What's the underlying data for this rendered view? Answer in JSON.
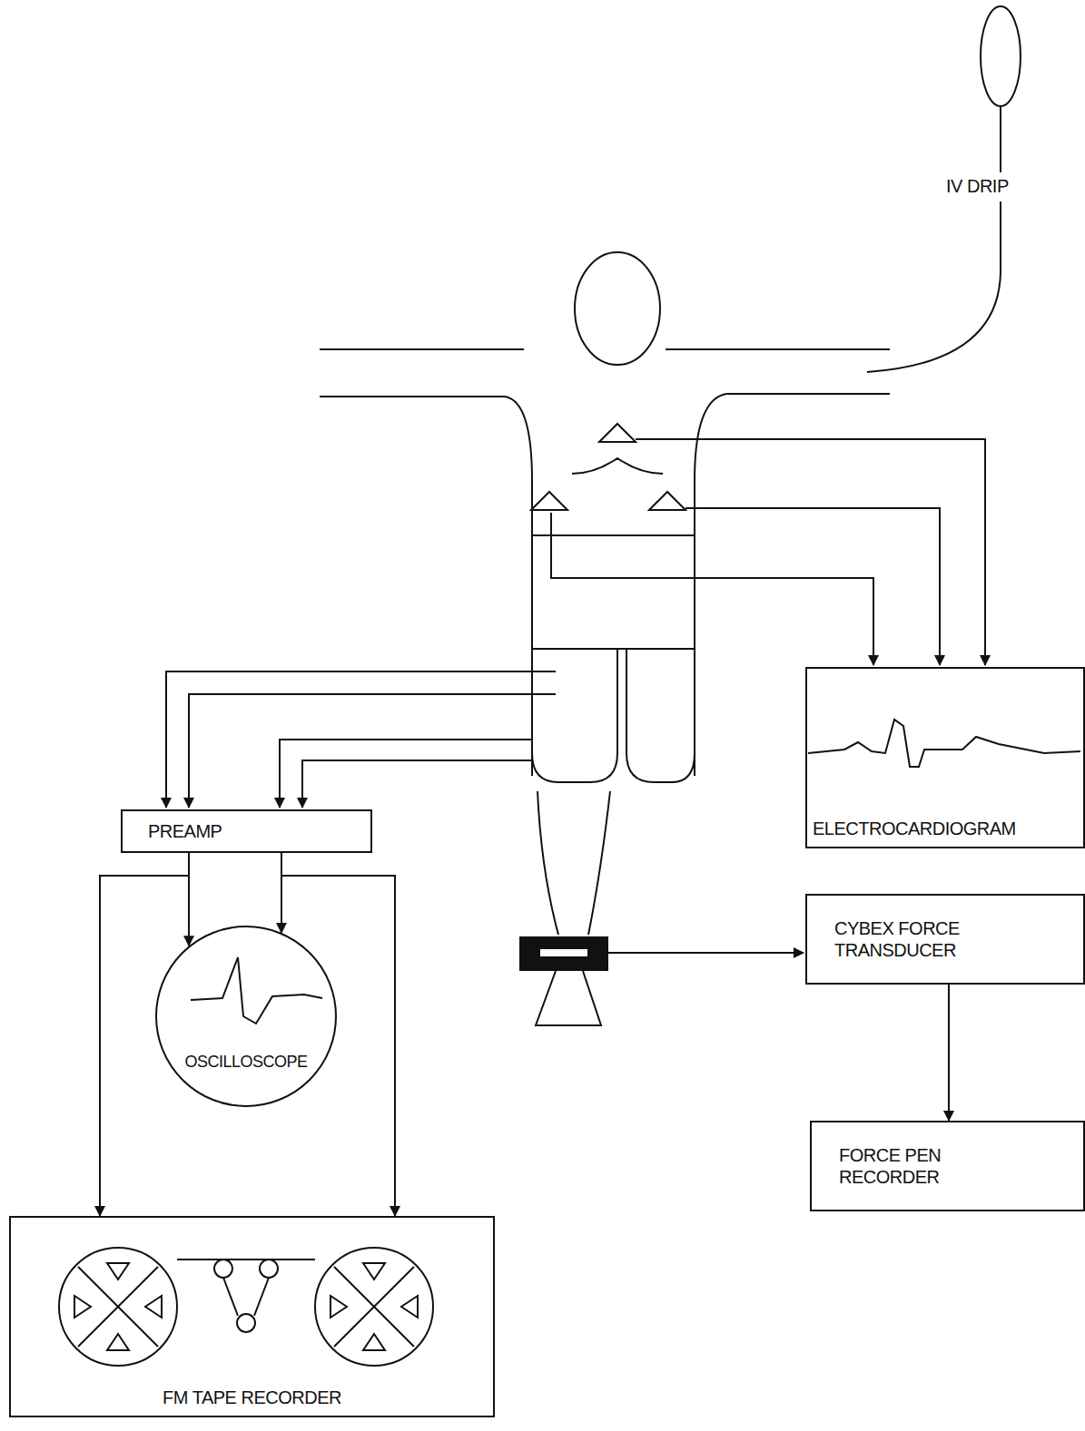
{
  "diagram": {
    "nodes": [
      {
        "text": [
          "ELECTROCARDIOGRAM"
        ]
      },
      {
        "text": [
          "PREAMP"
        ]
      },
      {
        "text": [
          "CYBEX FORCE TRANSDUCER"
        ]
      },
      {
        "text": [
          "OSCILLOSCOPE"
        ]
      },
      {
        "text": [
          "FORCE PEN RECORDER"
        ]
      },
      {
        "text": [
          "FM TAPE RECORDER"
        ]
      }
    ],
    "edges": [
      {
        "from": 1,
        "to": 3,
        "arrow": "to"
      },
      {
        "from": 1,
        "to": 3,
        "arrow": "to"
      },
      {
        "from": 1,
        "to": 5,
        "arrow": "to"
      },
      {
        "from": 1,
        "to": 5,
        "arrow": "to"
      },
      {
        "from": 2,
        "to": 4,
        "arrow": "to"
      }
    ],
    "labels": [
      "IV DRIP"
    ]
  }
}
